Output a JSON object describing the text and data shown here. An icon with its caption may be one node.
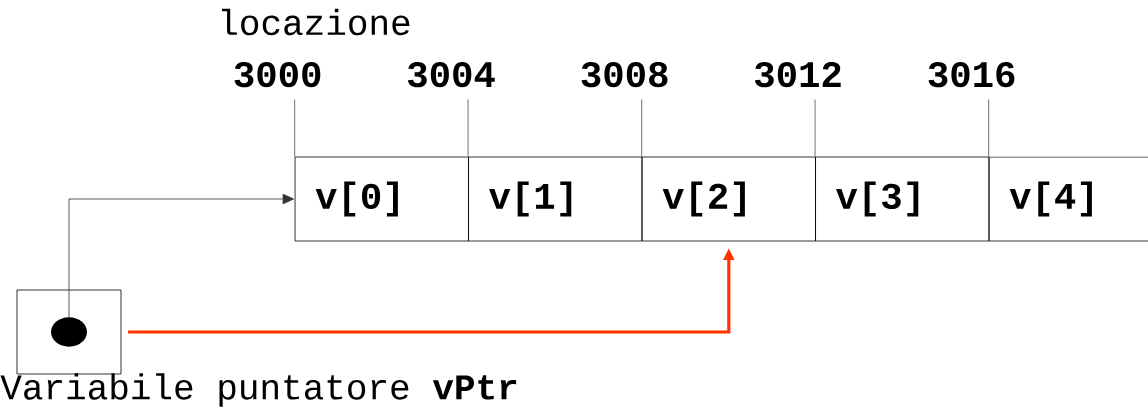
{
  "diagram": {
    "nodes": [
      {
        "text": [
          "v[0]"
        ],
        "beside": [
          "3000"
        ]
      },
      {
        "text": [
          "v[1]"
        ],
        "beside": [
          "3004"
        ]
      },
      {
        "text": [
          "v[2]"
        ],
        "beside": [
          "3008"
        ]
      },
      {
        "text": [
          "v[3]"
        ],
        "beside": [
          "3012"
        ]
      },
      {
        "text": [
          "v[4]"
        ],
        "beside": [
          "3016"
        ]
      },
      {
        "text": [],
        "shape": "box",
        "beside": [
          "Variabile puntatore **vPtr**"
        ]
      },
      {
        "text": [],
        "shape": "circle",
        "in": 5
      }
    ],
    "edges": [
      {
        "from": 6,
        "to": 0,
        "arrow": "to"
      },
      {
        "from": 5,
        "to": 2,
        "arrow": "to",
        "color": "#ff3300",
        "style": "thick"
      }
    ],
    "labels": [
      "locazione"
    ]
  }
}
